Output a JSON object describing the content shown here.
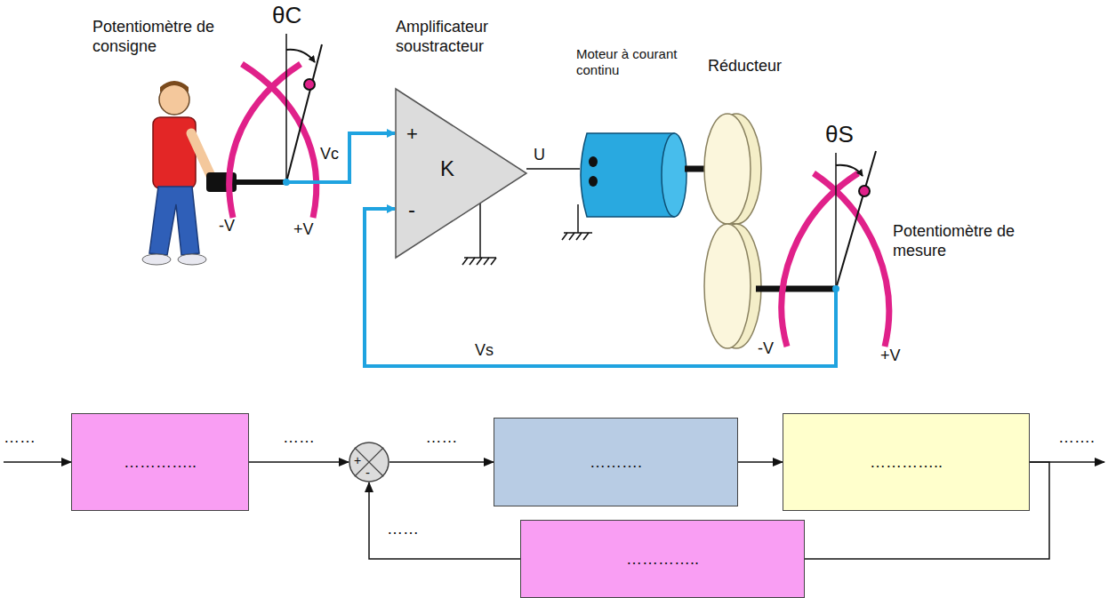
{
  "diagram": {
    "nodes": [
      {
        "text": [
          "+",
          "K",
          "-"
        ]
      },
      {
        "text": [
          "………….."
        ]
      },
      {
        "text": [
          "+",
          "-"
        ]
      },
      {
        "text": [
          "………."
        ]
      },
      {
        "text": [
          "………….."
        ]
      },
      {
        "text": [
          "………….."
        ]
      }
    ],
    "edges": [
      {
        "from": 1,
        "to": 2,
        "arrow": "to",
        "label": "……"
      },
      {
        "from": 2,
        "to": 3,
        "arrow": "to",
        "label": "……"
      },
      {
        "from": 3,
        "to": 4,
        "arrow": "to"
      },
      {
        "from": 4,
        "to": 5,
        "arrow": "none"
      },
      {
        "from": 5,
        "to": 2,
        "arrow": "to",
        "label": "……"
      }
    ],
    "labels": [
      "Potentiomètre de consigne",
      "θC",
      "Vc",
      "-V",
      "+V",
      "Amplificateur soustracteur",
      "U",
      "Moteur à courant continu",
      "Réducteur",
      "θS",
      "Potentiomètre de mesure",
      "-V",
      "+V",
      "Vs",
      "……",
      "……."
    ]
  }
}
